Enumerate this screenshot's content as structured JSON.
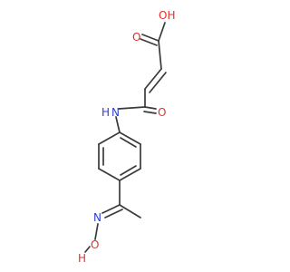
{
  "molecule": {
    "atom_labels": {
      "carboxyl_hydroxyl": "OH",
      "carboxyl_carbonyl_oxygen": "O",
      "amide_nitrogen": "N",
      "amide_hydrogen": "H",
      "amide_carbonyl_oxygen": "O",
      "oxime_nitrogen": "N",
      "oxime_oxygen": "O",
      "oxime_hydrogen": "H"
    },
    "colors": {
      "oxygen": "#e0312b",
      "nitrogen": "#2b3fd6",
      "bond": "#3a3a3a"
    }
  }
}
